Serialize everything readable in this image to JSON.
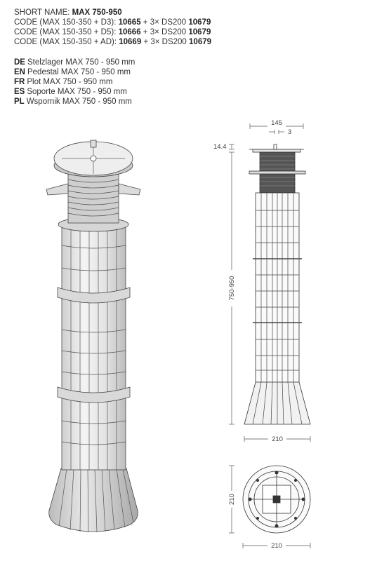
{
  "header": {
    "short_name_label": "SHORT NAME:",
    "short_name_value": "MAX 750-950",
    "codes": [
      {
        "label": "CODE (MAX 150-350 + D3):",
        "code": "10665",
        "plus": "+ 3× DS200",
        "code2": "10679"
      },
      {
        "label": "CODE (MAX 150-350 + D5):",
        "code": "10666",
        "plus": "+ 3× DS200",
        "code2": "10679"
      },
      {
        "label": "CODE (MAX 150-350 + AD):",
        "code": "10669",
        "plus": "+ 3× DS200",
        "code2": "10679"
      }
    ]
  },
  "languages": [
    {
      "code": "DE",
      "text": "Stelzlager MAX 750 - 950 mm"
    },
    {
      "code": "EN",
      "text": "Pedestal MAX 750 - 950 mm"
    },
    {
      "code": "FR",
      "text": "Plot  MAX 750 - 950 mm"
    },
    {
      "code": "ES",
      "text": "Soporte MAX 750 - 950 mm"
    },
    {
      "code": "PL",
      "text": "Wspornik MAX 750 - 950 mm"
    }
  ],
  "dimensions": {
    "top_width": "145",
    "tab_width": "3",
    "head_height": "14.4",
    "height_range": "750-950",
    "base_width": "210",
    "plan_height": "210",
    "plan_width": "210"
  }
}
